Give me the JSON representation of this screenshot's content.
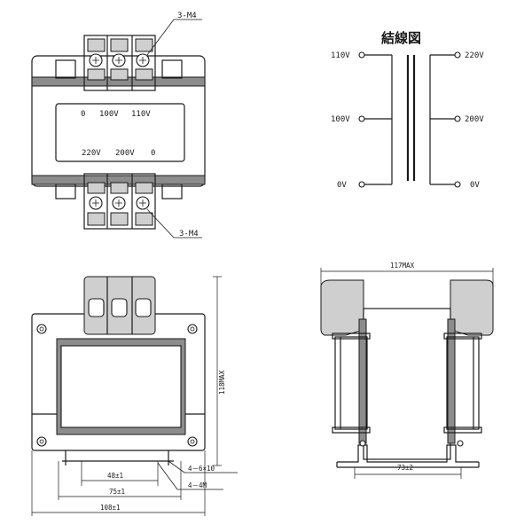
{
  "top_view": {
    "terminal_callout_top": "3-M4",
    "terminal_callout_bottom": "3-M4",
    "primary_labels": [
      "0",
      "100V",
      "110V"
    ],
    "secondary_labels": [
      "220V",
      "200V",
      "0"
    ]
  },
  "wiring_diagram": {
    "title": "結線図",
    "primary_taps": [
      "110V",
      "100V",
      "0V"
    ],
    "secondary_taps": [
      "220V",
      "200V",
      "0V"
    ]
  },
  "front_view": {
    "height_label": "118MAX",
    "mount_hole_label": "4－6×10",
    "screw_label": "4－4M",
    "dim_inner": "48±1",
    "dim_mid": "75±1",
    "dim_outer": "108±1"
  },
  "side_view": {
    "width_label": "117MAX",
    "mount_pitch_label": "73±2"
  }
}
